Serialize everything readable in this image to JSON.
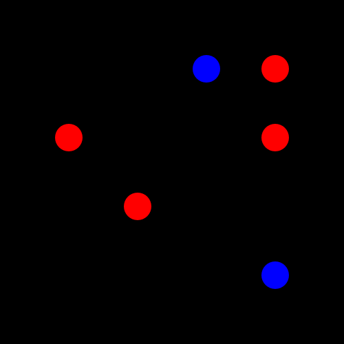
{
  "board": {
    "background": "#000000",
    "grid": {
      "columns": 5,
      "rows": 5
    },
    "pieces": [
      {
        "color": "red",
        "hex": "#ff0000",
        "col": 0,
        "row": 1
      },
      {
        "color": "blue",
        "hex": "#0000ff",
        "col": 2,
        "row": 0
      },
      {
        "color": "red",
        "hex": "#ff0000",
        "col": 3,
        "row": 0
      },
      {
        "color": "red",
        "hex": "#ff0000",
        "col": 3,
        "row": 1
      },
      {
        "color": "red",
        "hex": "#ff0000",
        "col": 1,
        "row": 2
      },
      {
        "color": "blue",
        "hex": "#0000ff",
        "col": 3,
        "row": 3
      }
    ]
  }
}
